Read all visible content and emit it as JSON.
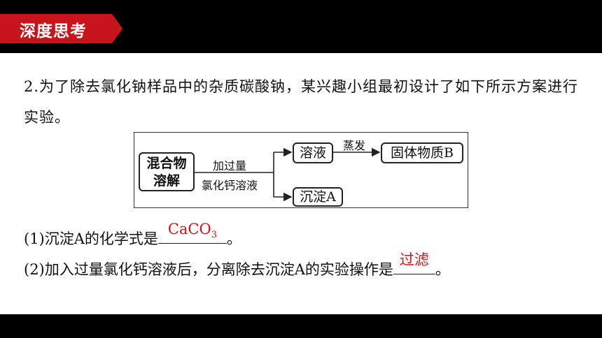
{
  "header": {
    "title": "深度思考"
  },
  "question": {
    "stem": "2.为了除去氯化钠样品中的杂质碳酸钠，某兴趣小组最初设计了如下所示方案进行实验。"
  },
  "diagram": {
    "start_box": [
      "混合物",
      "溶解"
    ],
    "reagent_top": "加过量",
    "reagent_bottom": "氯化钙溶液",
    "solution_box": "溶液",
    "evaporate_label": "蒸发",
    "solid_box": "固体物质B",
    "precipitate_box": "沉淀A"
  },
  "sub_questions": [
    {
      "prefix": "(1)沉淀A的化学式是",
      "answer_main": "CaCO",
      "answer_sub": "3",
      "suffix": "。"
    },
    {
      "prefix": "(2)加入过量氯化钙溶液后，分离除去沉淀A的实验操作是",
      "answer": "过滤",
      "suffix": "。"
    }
  ],
  "colors": {
    "banner": "#c8141c",
    "answer": "#d0121b",
    "bar": "#000000"
  }
}
